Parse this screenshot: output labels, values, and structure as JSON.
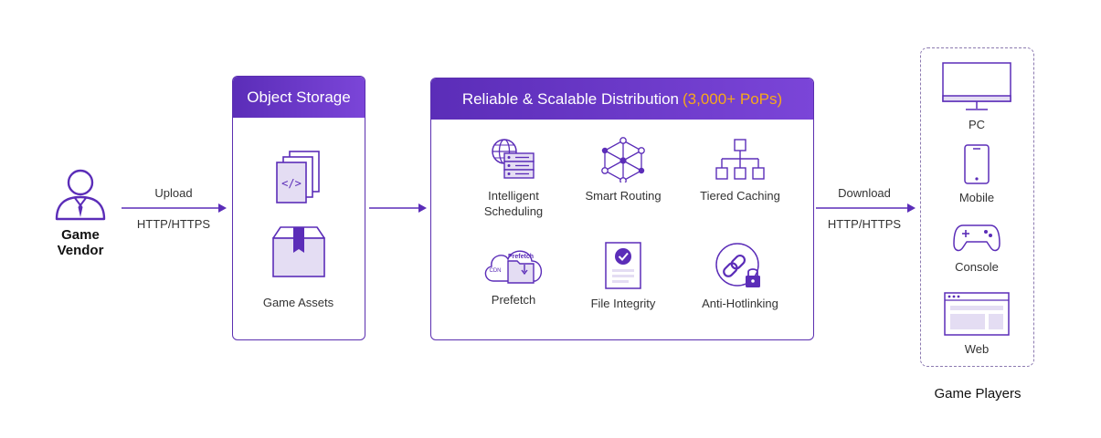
{
  "vendor": {
    "label": "Game Vendor"
  },
  "upload": {
    "label": "Upload",
    "protocol": "HTTP/HTTPS"
  },
  "storage": {
    "title": "Object Storage",
    "assets_label": "Game Assets"
  },
  "distribution": {
    "title": "Reliable & Scalable Distribution",
    "title_accent": "(3,000+ PoPs)",
    "features": [
      {
        "label": "Intelligent Scheduling",
        "icon": "globe-server-icon"
      },
      {
        "label": "Smart Routing",
        "icon": "network-nodes-icon"
      },
      {
        "label": "Tiered Caching",
        "icon": "hierarchy-icon"
      },
      {
        "label": "Prefetch",
        "icon": "cloud-folder-icon",
        "icon_text_1": "Prefetch",
        "icon_text_2": "CDN"
      },
      {
        "label": "File Integrity",
        "icon": "document-check-icon"
      },
      {
        "label": "Anti-Hotlinking",
        "icon": "link-lock-icon"
      }
    ]
  },
  "download": {
    "label": "Download",
    "protocol": "HTTP/HTTPS"
  },
  "players": {
    "title": "Game Players",
    "devices": [
      {
        "label": "PC",
        "icon": "monitor-icon"
      },
      {
        "label": "Mobile",
        "icon": "smartphone-icon"
      },
      {
        "label": "Console",
        "icon": "gamepad-icon"
      },
      {
        "label": "Web",
        "icon": "browser-window-icon"
      }
    ]
  },
  "colors": {
    "primary": "#5b2db8",
    "accent": "#f7a91a",
    "icon_fill": "#e4ddf3"
  }
}
